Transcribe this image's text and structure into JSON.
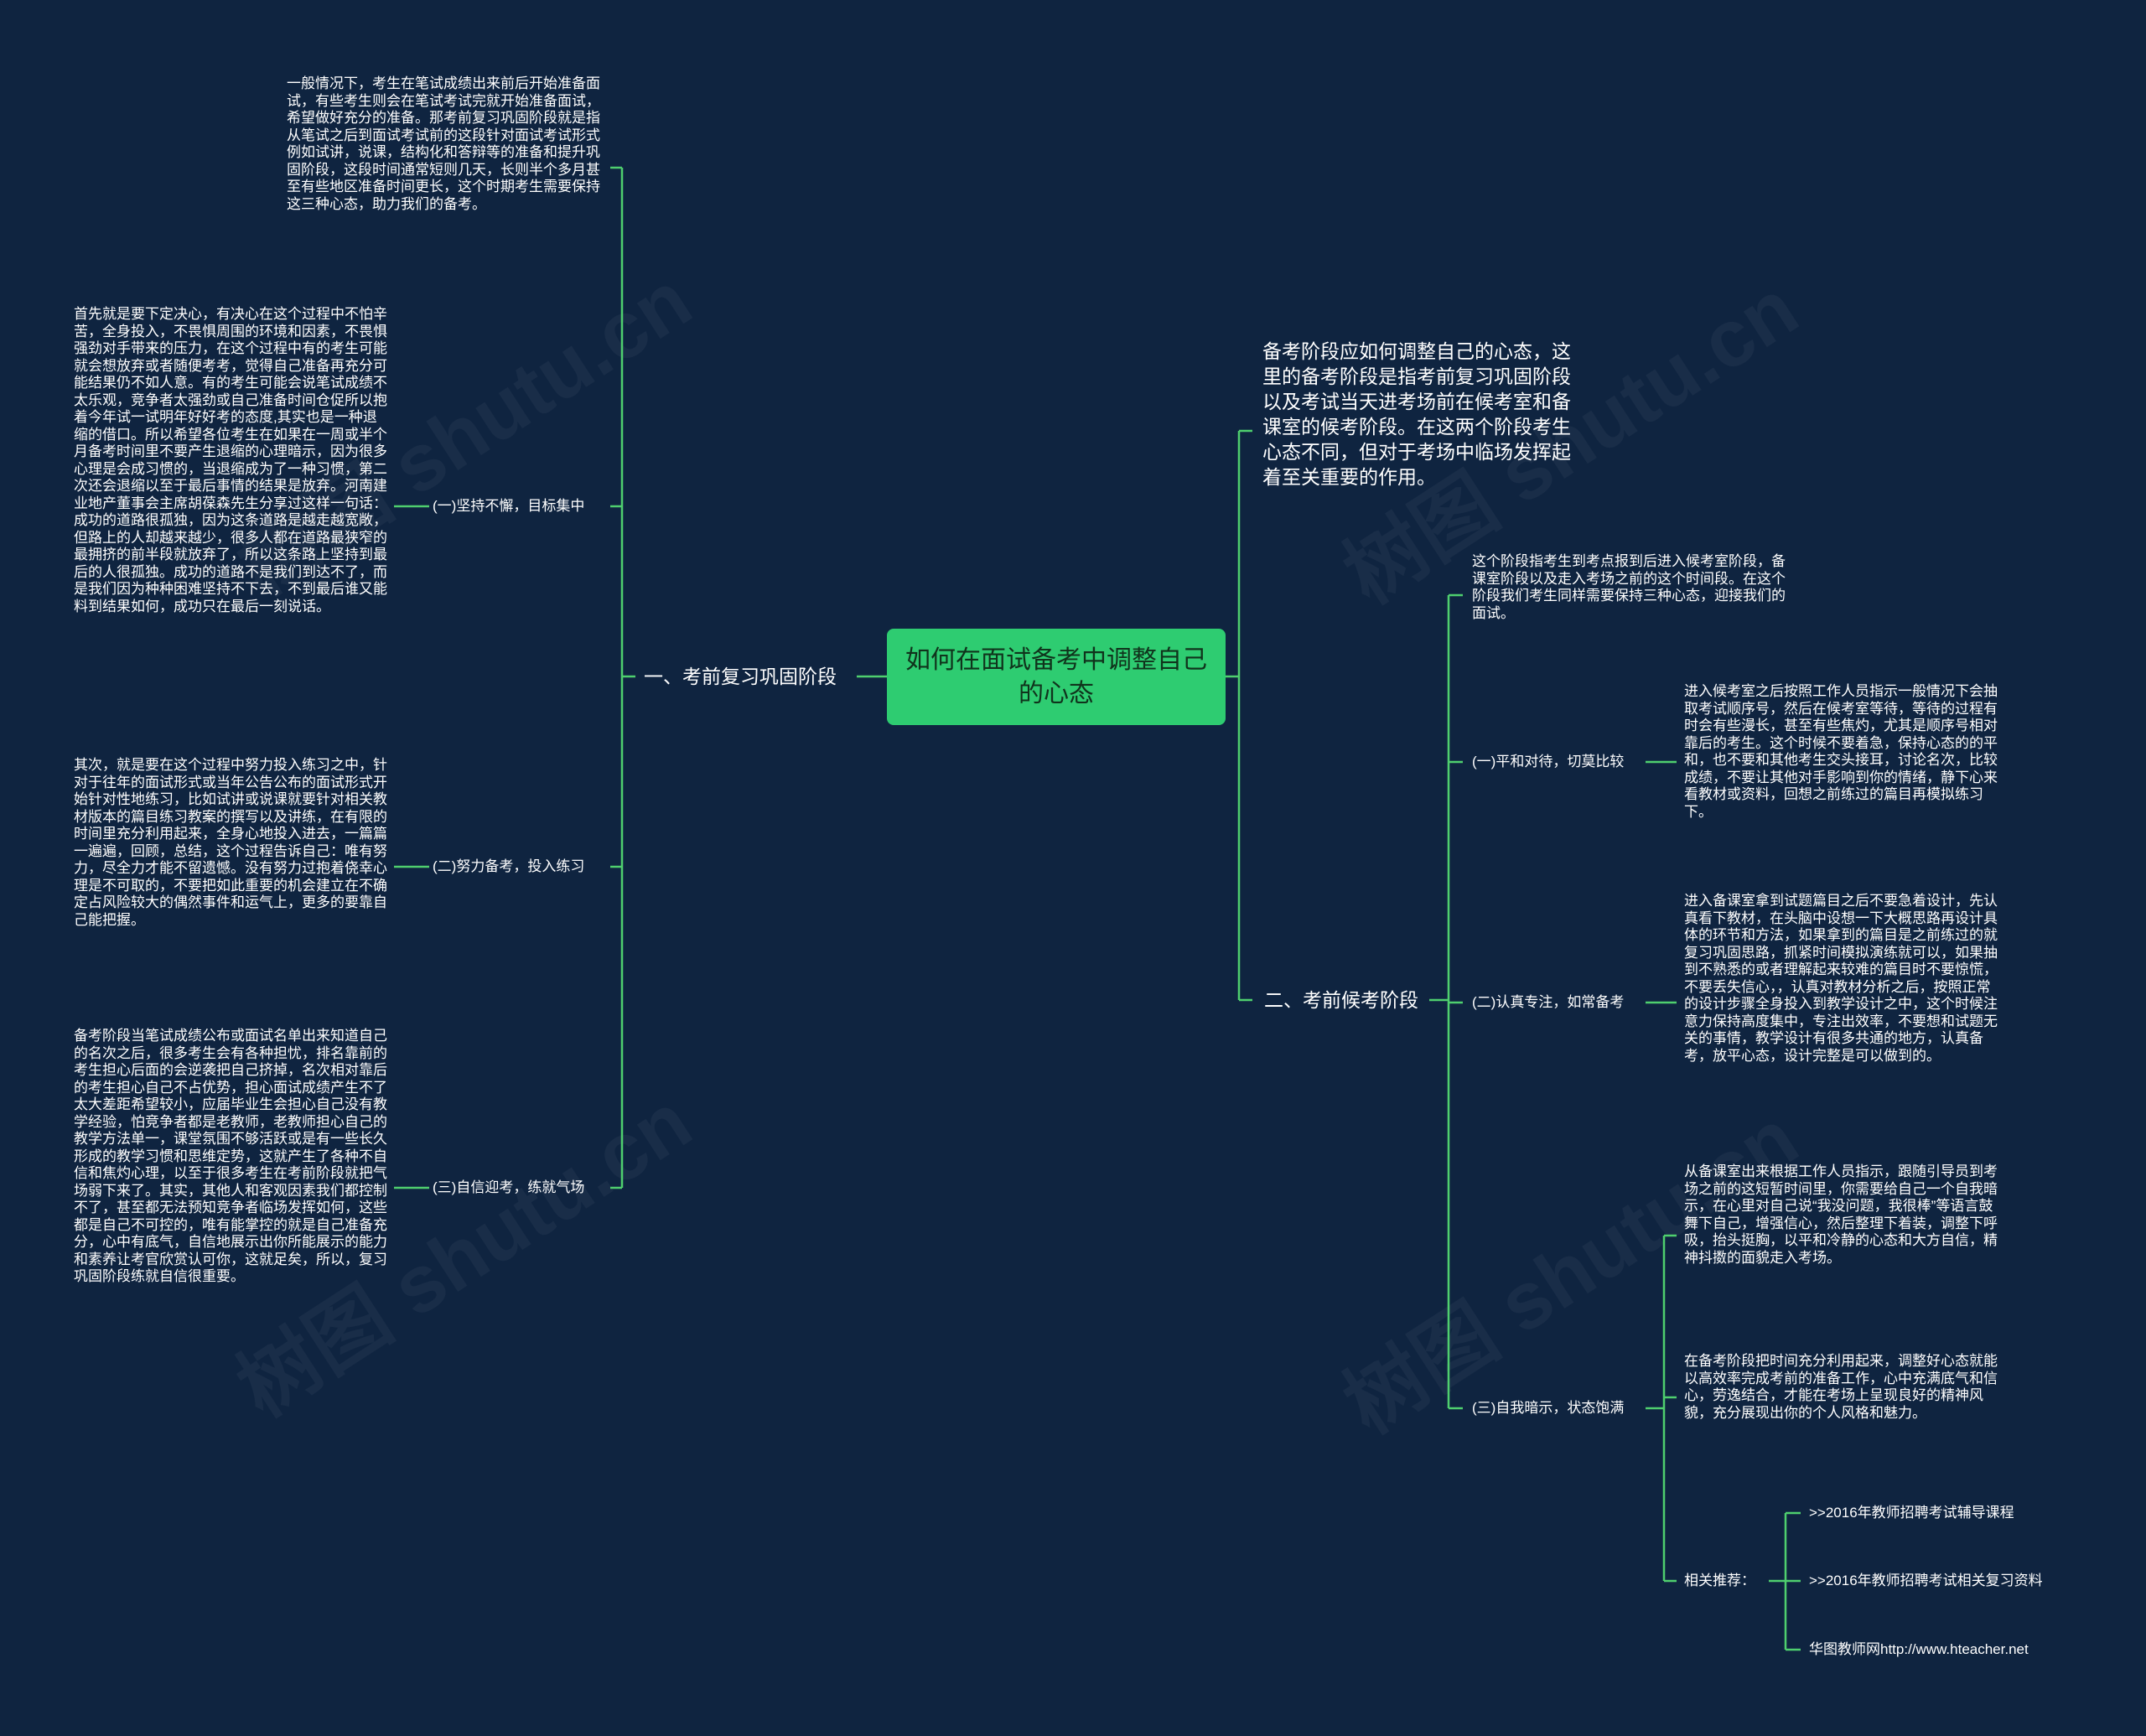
{
  "title": "如何在面试备考中调整自己的心态",
  "watermark_text": "树图 shutu.cn",
  "left": {
    "label": "一、考前复习巩固阶段",
    "intro": "一般情况下，考生在笔试成绩出来前后开始准备面试，有些考生则会在笔试考试完就开始准备面试，希望做好充分的准备。那考前复习巩固阶段就是指从笔试之后到面试考试前的这段针对面试考试形式例如试讲，说课，结构化和答辩等的准备和提升巩固阶段，这段时间通常短则几天，长则半个多月甚至有些地区准备时间更长，这个时期考生需要保持这三种心态，助力我们的备考。",
    "items": [
      {
        "label": "(一)坚持不懈，目标集中",
        "text": "首先就是要下定决心，有决心在这个过程中不怕辛苦，全身投入，不畏惧周围的环境和因素，不畏惧强劲对手带来的压力，在这个过程中有的考生可能就会想放弃或者随便考考，觉得自己准备再充分可能结果仍不如人意。有的考生可能会说笔试成绩不太乐观，竞争者太强劲或自己准备时间仓促所以抱着今年试一试明年好好考的态度,其实也是一种退缩的借口。所以希望各位考生在如果在一周或半个月备考时间里不要产生退缩的心理暗示，因为很多心理是会成习惯的，当退缩成为了一种习惯，第二次还会退缩以至于最后事情的结果是放弃。河南建业地产董事会主席胡葆森先生分享过这样一句话：成功的道路很孤独，因为这条道路是越走越宽敞，但路上的人却越来越少，很多人都在道路最狭窄的最拥挤的前半段就放弃了，所以这条路上坚持到最后的人很孤独。成功的道路不是我们到达不了，而是我们因为种种困难坚持不下去，不到最后谁又能料到结果如何，成功只在最后一刻说话。"
      },
      {
        "label": "(二)努力备考，投入练习",
        "text": "其次，就是要在这个过程中努力投入练习之中，针对于往年的面试形式或当年公告公布的面试形式开始针对性地练习，比如试讲或说课就要针对相关教材版本的篇目练习教案的撰写以及讲练，在有限的时间里充分利用起来，全身心地投入进去，一篇篇一遍遍，回顾，总结，这个过程告诉自己：唯有努力，尽全力才能不留遗憾。没有努力过抱着侥幸心理是不可取的，不要把如此重要的机会建立在不确定占风险较大的偶然事件和运气上，更多的要靠自己能把握。"
      },
      {
        "label": "(三)自信迎考，练就气场",
        "text": "备考阶段当笔试成绩公布或面试名单出来知道自己的名次之后，很多考生会有各种担忧，排名靠前的考生担心后面的会逆袭把自己挤掉，名次相对靠后的考生担心自己不占优势，担心面试成绩产生不了太大差距希望较小，应届毕业生会担心自己没有教学经验，怕竞争者都是老教师，老教师担心自己的教学方法单一，课堂氛围不够活跃或是有一些长久形成的教学习惯和思维定势，这就产生了各种不自信和焦灼心理，以至于很多考生在考前阶段就把气场弱下来了。其实，其他人和客观因素我们都控制不了，甚至都无法预知竞争者临场发挥如何，这些都是自己不可控的，唯有能掌控的就是自己准备充分，心中有底气，自信地展示出你所能展示的能力和素养让考官欣赏认可你，这就足矣，所以，复习巩固阶段练就自信很重要。"
      }
    ]
  },
  "right": {
    "lead": "备考阶段应如何调整自己的心态，这里的备考阶段是指考前复习巩固阶段以及考试当天进考场前在候考室和备课室的候考阶段。在这两个阶段考生心态不同，但对于考场中临场发挥起着至关重要的作用。",
    "label": "二、考前候考阶段",
    "intro": "这个阶段指考生到考点报到后进入候考室阶段，备课室阶段以及走入考场之前的这个时间段。在这个阶段我们考生同样需要保持三种心态，迎接我们的面试。",
    "items": [
      {
        "label": "(一)平和对待，切莫比较",
        "text": "进入候考室之后按照工作人员指示一般情况下会抽取考试顺序号，然后在候考室等待，等待的过程有时会有些漫长，甚至有些焦灼，尤其是顺序号相对靠后的考生。这个时候不要着急，保持心态的的平和，也不要和其他考生交头接耳，讨论名次，比较成绩，不要让其他对手影响到你的情绪，静下心来看教材或资料，回想之前练过的篇目再模拟练习下。"
      },
      {
        "label": "(二)认真专注，如常备考",
        "text": "进入备课室拿到试题篇目之后不要急着设计，先认真看下教材，在头脑中设想一下大概思路再设计具体的环节和方法，如果拿到的篇目是之前练过的就复习巩固思路，抓紧时间模拟演练就可以，如果抽到不熟悉的或者理解起来较难的篇目时不要惊慌，不要丢失信心，，认真对教材分析之后，按照正常的设计步骤全身投入到教学设计之中，这个时候注意力保持高度集中，专注出效率，不要想和试题无关的事情，教学设计有很多共通的地方，认真备考，放平心态，设计完整是可以做到的。"
      },
      {
        "label": "(三)自我暗示，状态饱满",
        "text1": "从备课室出来根据工作人员指示，跟随引导员到考场之前的这短暂时间里，你需要给自己一个自我暗示，在心里对自己说“我没问题，我很棒”等语言鼓舞下自己，增强信心，然后整理下着装，调整下呼吸，抬头挺胸，以平和冷静的心态和大方自信，精神抖擞的面貌走入考场。",
        "text2": "在备考阶段把时间充分利用起来，调整好心态就能以高效率完成考前的准备工作，心中充满底气和信心，劳逸结合，才能在考场上呈现良好的精神风貌，充分展现出你的个人风格和魅力。",
        "rec_label": "相关推荐：",
        "recs": [
          ">>2016年教师招聘考试辅导课程",
          ">>2016年教师招聘考试相关复习资料",
          "华图教师网http://www.hteacher.net"
        ]
      }
    ]
  }
}
